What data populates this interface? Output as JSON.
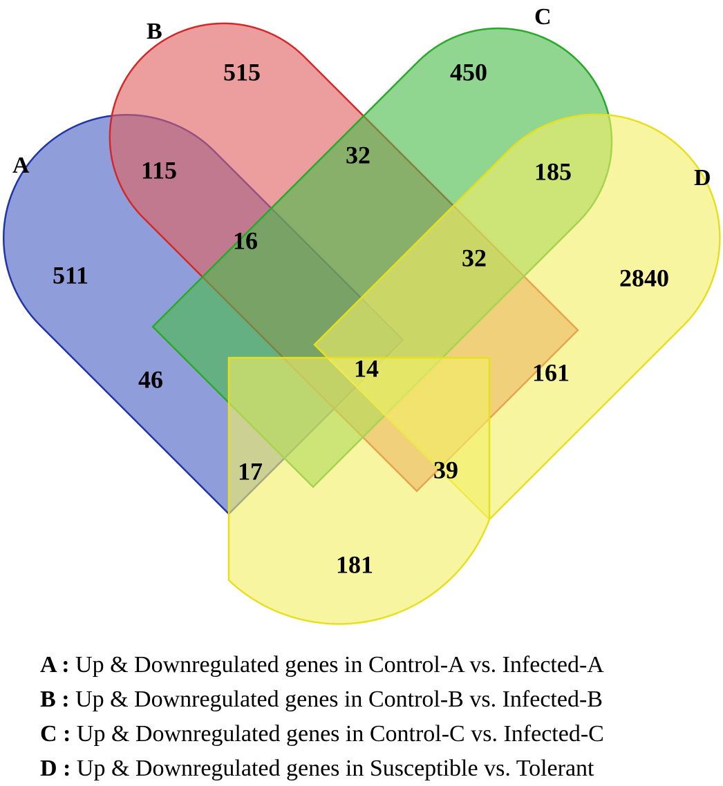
{
  "sets": [
    {
      "key": "A",
      "color": "#2a40b8",
      "fill": "#4a62c4",
      "stroke": "#1f34a8",
      "description": "Up & Downregulated genes in Control-A vs. Infected-A"
    },
    {
      "key": "B",
      "color": "#e06060",
      "fill": "#e06262",
      "stroke": "#d42828",
      "description": "Up & Downregulated genes in Control-B vs. Infected-B"
    },
    {
      "key": "C",
      "color": "#4cbb4c",
      "fill": "#4cbc4c",
      "stroke": "#2aa82a",
      "description": "Up & Downregulated genes in Control-C vs. Infected-C"
    },
    {
      "key": "D",
      "color": "#f0ee60",
      "fill": "#f2ef66",
      "stroke": "#e6e020",
      "description": "Up & Downregulated genes in Susceptible vs. Tolerant"
    }
  ],
  "regions": [
    {
      "sets": "A",
      "count": "511"
    },
    {
      "sets": "B",
      "count": "515"
    },
    {
      "sets": "C",
      "count": "450"
    },
    {
      "sets": "D",
      "count": "2840"
    },
    {
      "sets": "AB",
      "count": "115"
    },
    {
      "sets": "BC",
      "count": "32"
    },
    {
      "sets": "CD",
      "count": "185"
    },
    {
      "sets": "AC",
      "count": "46"
    },
    {
      "sets": "BD",
      "count": "161"
    },
    {
      "sets": "AD",
      "count": "181"
    },
    {
      "sets": "ABC",
      "count": "16"
    },
    {
      "sets": "BCD",
      "count": "32"
    },
    {
      "sets": "ACD",
      "count": "17"
    },
    {
      "sets": "ABD",
      "count": "39"
    },
    {
      "sets": "ABCD",
      "count": "14"
    }
  ],
  "legend_separator": " : "
}
